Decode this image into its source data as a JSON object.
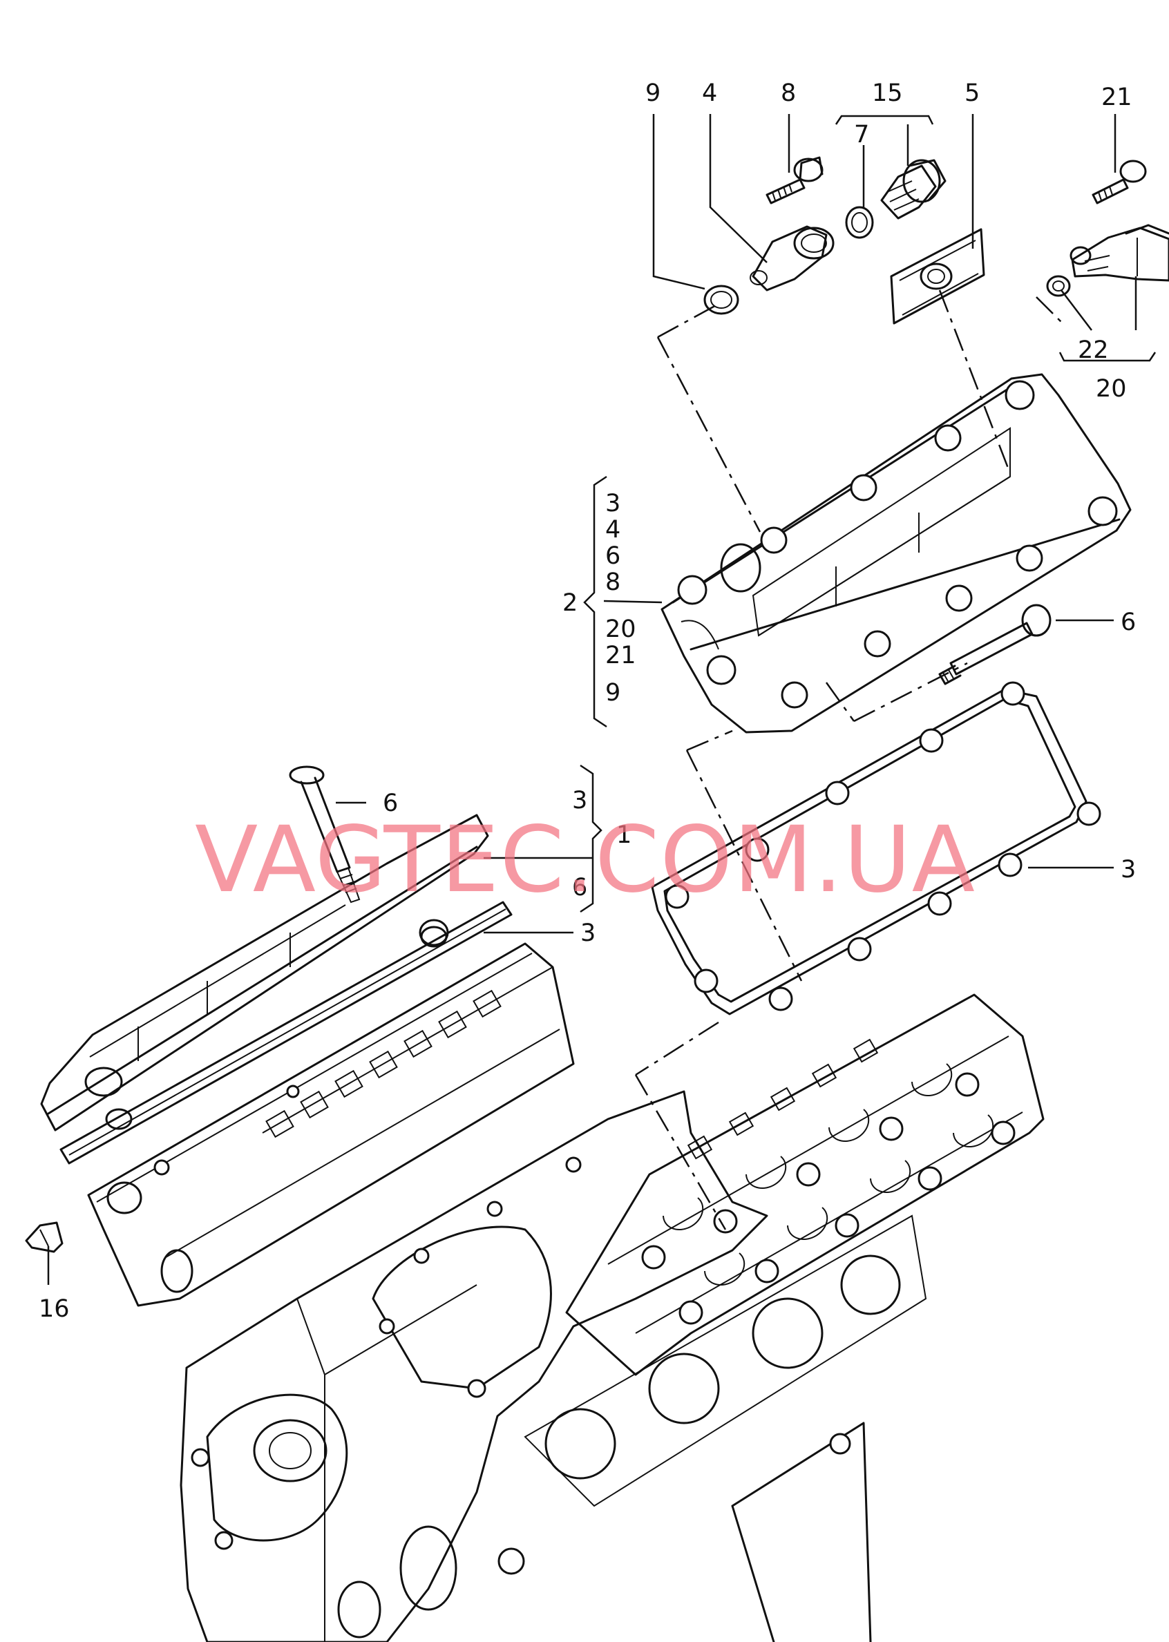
{
  "callouts": [
    {
      "id": "c9",
      "text": "9"
    },
    {
      "id": "c4",
      "text": "4"
    },
    {
      "id": "c8",
      "text": "8"
    },
    {
      "id": "c15",
      "text": "15"
    },
    {
      "id": "c7",
      "text": "7"
    },
    {
      "id": "c5",
      "text": "5"
    },
    {
      "id": "c21",
      "text": "21"
    },
    {
      "id": "c22",
      "text": "22"
    },
    {
      "id": "c20",
      "text": "20"
    },
    {
      "id": "c6a",
      "text": "6"
    },
    {
      "id": "c6b",
      "text": "6"
    },
    {
      "id": "c3a",
      "text": "3"
    },
    {
      "id": "c3b",
      "text": "3"
    },
    {
      "id": "c16",
      "text": "16"
    }
  ],
  "brace_2": {
    "label": "2",
    "items": [
      "3",
      "4",
      "6",
      "8",
      "20",
      "21",
      "9"
    ]
  },
  "brace_1": {
    "label": "1",
    "items": [
      "3",
      "6"
    ]
  },
  "watermark": "VAGTEC.COM.UA",
  "colors": {
    "line": "#111111",
    "watermark": "#f2717f",
    "background": "#ffffff"
  }
}
